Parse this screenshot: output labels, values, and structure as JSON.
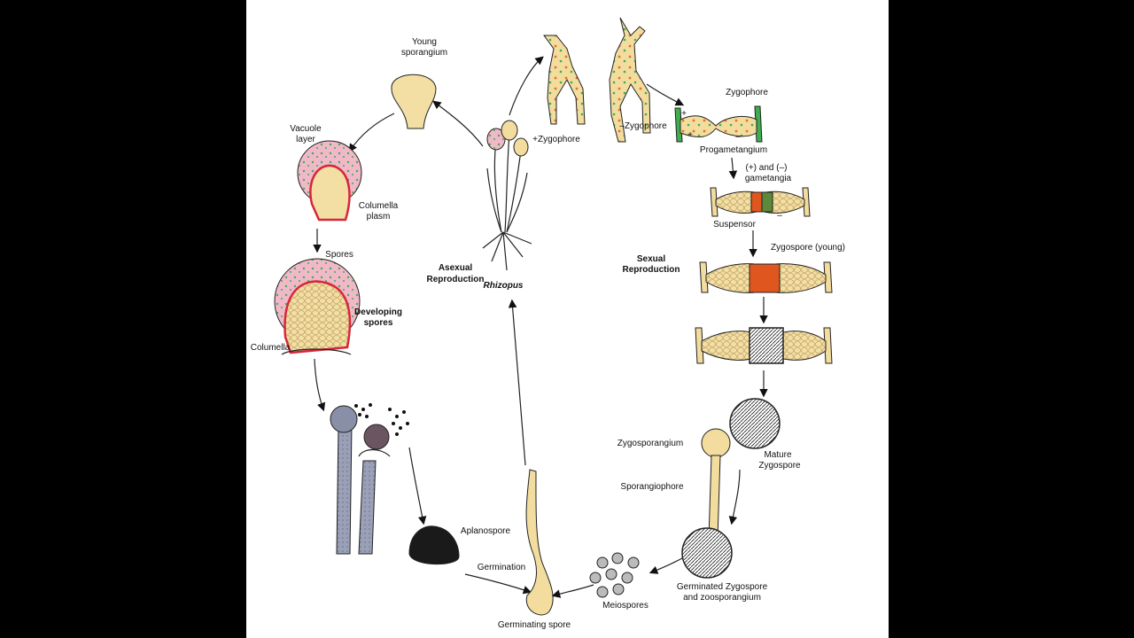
{
  "colors": {
    "background": "#000000",
    "panel": "#ffffff",
    "hypha": "#f2dc9e",
    "spore_dot_green": "#3fae4f",
    "spore_dot_orange": "#e8722a",
    "vacuole_pink": "#f0b8c8",
    "red_layer": "#d6263a",
    "zygote_orange": "#e0561f",
    "dark_spore": "#1a1a1a",
    "sporangiophore_grey": "#9aa0b8"
  },
  "labels": {
    "young_sporangium": [
      "Young",
      "sporangium"
    ],
    "vacuole_layer": [
      "Vacuole",
      "layer"
    ],
    "columella_plasm": [
      "Columella",
      "plasm"
    ],
    "spores": "Spores",
    "developing_spores": [
      "Developing",
      "spores"
    ],
    "columella": "Columella",
    "aplanospore": "Aplanospore",
    "germination": "Germination",
    "germinating_spore": "Germinating spore",
    "meiospores": "Meiospores",
    "germinated_zygospore": [
      "Germinated Zygospore",
      "and zoosporangium"
    ],
    "sporangiophore": "Sporangiophore",
    "zygosporangium": "Zygosporangium",
    "mature_zygospore": [
      "Mature",
      "Zygospore"
    ],
    "asexual_reproduction": [
      "Asexual",
      "Reproduction"
    ],
    "rhizopus": "Rhizopus",
    "sexual_reproduction": [
      "Sexual",
      "Reproduction"
    ],
    "plus_zygophore": "+Zygophore",
    "minus_zygophore": "–Zygophore",
    "zygophore": "Zygophore",
    "progametangium": "Progametangium",
    "gametangia": [
      "(+) and (–)",
      "gametangia"
    ],
    "suspensor": "Suspensor",
    "zygospore_young": "Zygospore (young)",
    "plus_sign": "+",
    "minus_sign": "–"
  }
}
